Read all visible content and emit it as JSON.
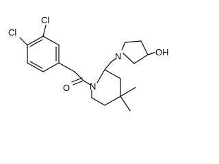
{
  "molecule": {
    "atoms": {
      "cl_upper": "Cl",
      "cl_lower": "Cl",
      "oxygen_carbonyl": "O",
      "nitrogen_piperidine": "N",
      "nitrogen_pyrrolidine": "N",
      "hydroxyl": "OH"
    }
  }
}
